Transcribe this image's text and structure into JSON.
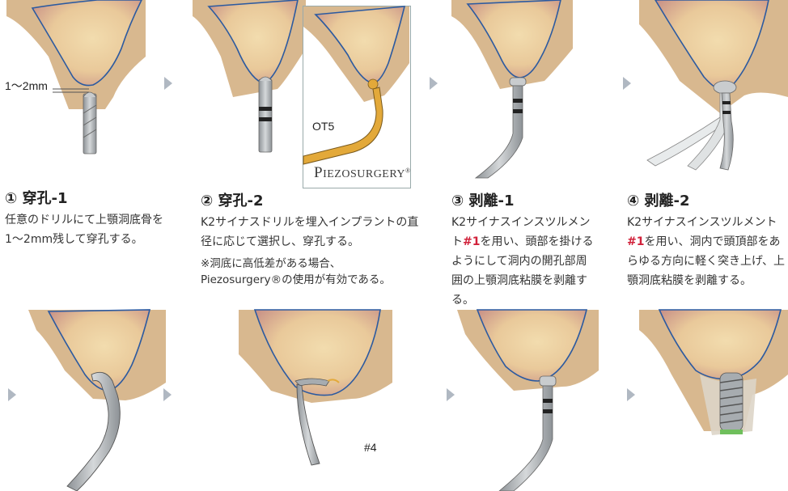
{
  "steps": [
    {
      "title": "① 穿孔-1",
      "text": "任意のドリルにて上顎洞底骨を1〜2mm残して穿孔する。",
      "label": "1〜2mm"
    },
    {
      "title": "② 穿孔-2",
      "text": "K2サイナスドリルを埋入インプラントの直径に応じて選択し、穿孔する。",
      "note": "※洞底に高低差がある場合、Piezosurgery®の使用が有効である。",
      "inset_label": "OT5",
      "logo_first": "P",
      "logo_rest": "IEZOSURGERY",
      "logo_mark": "®"
    },
    {
      "title": "③ 剥離-1",
      "text_pre": "K2サイナスインスツルメント",
      "text_hl": "#1",
      "text_post": "を用い、頭部を掛けるようにして洞内の開孔部周囲の上顎洞底粘膜を剥離する。"
    },
    {
      "title": "④ 剥離-2",
      "text_pre": "K2サイナスインスツルメント",
      "text_hl": "#1",
      "text_post": "を用い、洞内で頭頂部をあらゆる方向に軽く突き上げ、上顎洞底粘膜を剥離する。"
    }
  ],
  "bottom": {
    "label4": "#4"
  },
  "colors": {
    "bone": "#d8b88f",
    "sinus": "#ecd3a2",
    "membrane": "#2c5aa0",
    "steel": "#a7acb0",
    "gold": "#e3a93a",
    "accent": "#d1213a"
  }
}
